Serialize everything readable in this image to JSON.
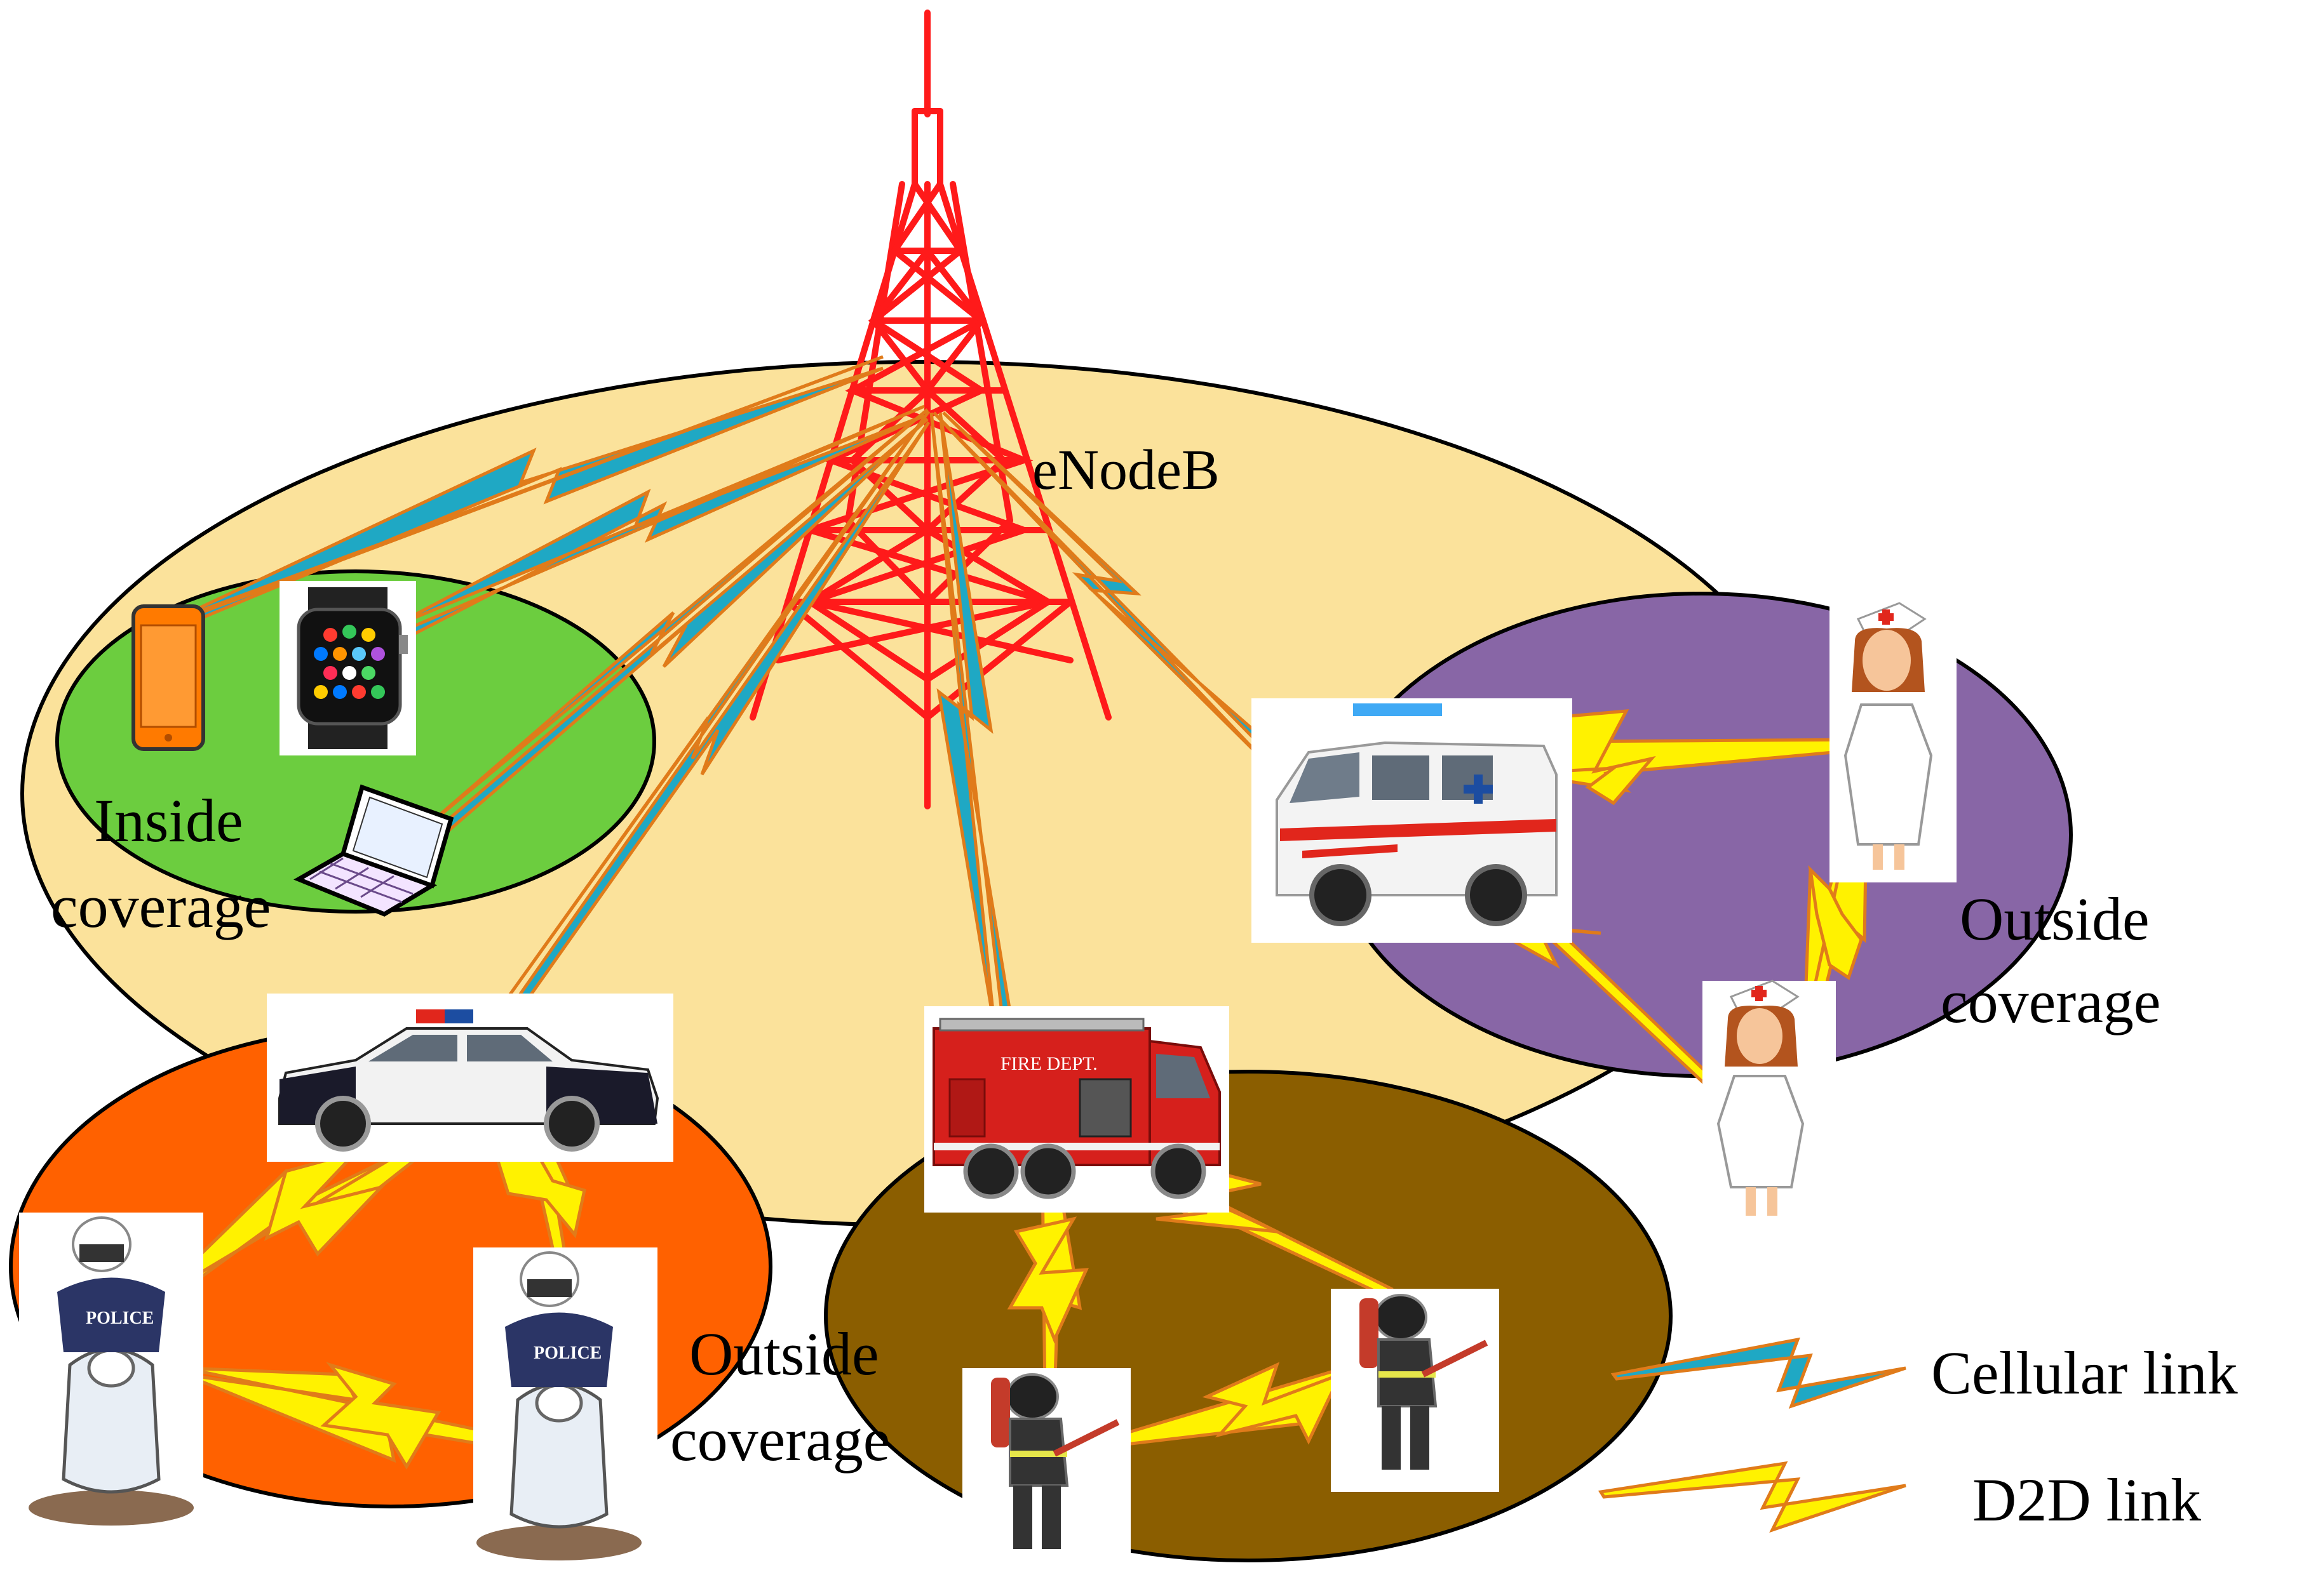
{
  "labels": {
    "tower": "eNodeB",
    "inside_line1": "Inside",
    "inside_line2": "coverage",
    "outside_right_line1": "Outside",
    "outside_right_line2": "coverage",
    "outside_bottom_line1": "Outside",
    "outside_bottom_line2": "coverage"
  },
  "legend": {
    "cellular": "Cellular link",
    "d2d": "D2D link"
  },
  "vehicle_text": {
    "police_badge_1": "POLICE",
    "police_badge_2": "POLICE",
    "firetruck": "FIRE DEPT."
  },
  "colors": {
    "coverage_main": "#fbe29b",
    "inside_cluster": "#6ccd3f",
    "ambulance_cluster": "#8866a6",
    "police_cluster": "#ff6100",
    "firefighter_cluster": "#8b5e00",
    "tower": "#ff1a1a",
    "cellular_link": "#1fa8c4",
    "d2d_link": "#fff200",
    "link_outline": "#e07b1a"
  }
}
